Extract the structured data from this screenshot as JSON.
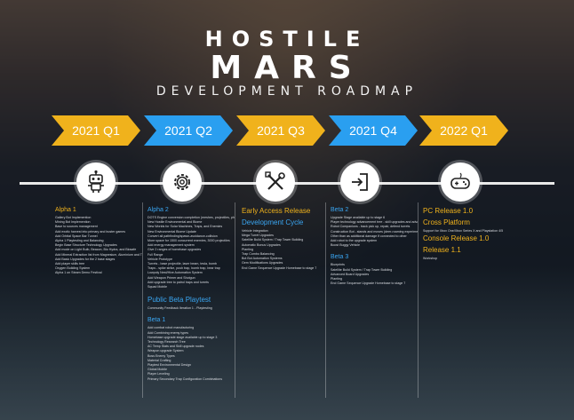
{
  "title": {
    "line1": "HOSTILE",
    "line2": "MARS",
    "line3": "DEVELOPMENT ROADMAP"
  },
  "quarters": [
    {
      "label": "2021 Q1",
      "color": "#f0b21c",
      "icon": "robot-icon"
    },
    {
      "label": "2021 Q2",
      "color": "#2a9ff0",
      "icon": "gear-icon"
    },
    {
      "label": "2021 Q3",
      "color": "#f0b21c",
      "icon": "tools-icon"
    },
    {
      "label": "2021 Q4",
      "color": "#2a9ff0",
      "icon": "login-icon"
    },
    {
      "label": "2022 Q1",
      "color": "#f0b21c",
      "icon": "gamepad-icon"
    }
  ],
  "columns": {
    "q1": {
      "alpha1": {
        "heading": "Alpha 1",
        "items": [
          "Gallery Bot Implemention",
          "Mining Bot Implemention",
          "Base to sources management",
          "Add exotic harvest into primary and buster games",
          "Add Orbital Space Bar Tunnel",
          "Alpha 1 Playtesting and Balancing",
          "Begin Base Structure Technology Upgrades",
          "Add mode on Light Bulb, Beacon, Bio Hydra, and Biosafe",
          "Add Mineral Extraction list from Magnesium, Aluminium and Titanium",
          "Add Basic Upgrades for the 2 base stages",
          "Add player skills tree",
          "Oxygen Building System",
          "Alpha 1 on Steam Demo Festival"
        ]
      }
    },
    "q2": {
      "alpha2": {
        "heading": "Alpha 2",
        "items": [
          "DOTS Engine conversion completion (meshes, projectiles, physics, animation) full test phases",
          "New Hostile Environmental and Biome",
          "New Worlds for Solar Machines, Traps, and Enemies",
          "New Environmental Biome Update",
          "Convert all pathfinding/spawn-avoidance-collision",
          "More space for 1500 concurrent enemies, 3000 projectiles",
          "Add energy management system",
          "Give 2 ranges of homebase upgrades",
          "Full Range",
          "Vehicle Prototype",
          "Turrets - base projectile, laser beam, tesla, bomb",
          "Traps - spike strike, push trap, bomb trap, bear trap",
          "Lowpoly Nest/Hive Automation System",
          "Add Weapon Primer and Shotgun",
          "Add upgrade tree to patrol traps and turrets",
          "Squad Mobile"
        ]
      },
      "publicBeta": {
        "heading": "Public Beta Playtest",
        "items": [
          "Community Feedback Iteration 1 - Playtesting"
        ]
      },
      "beta1": {
        "heading": "Beta 1",
        "items": [
          "Add combat robot manufacturing",
          "Add Combining enemy types",
          "Homebase upgrade stage available up to stage 3",
          "Technology Research Tree",
          "AC Temp Stats and Skill upgrade nodes",
          "Weapon upgrade System",
          "Boss Enemy Types",
          "Material Crafting",
          "Playtest Environmental Design",
          "Global Mobile",
          "Player Leveling",
          "Primary Secondary Trap Configuration Combinations"
        ]
      }
    },
    "q3": {
      "early": {
        "heading": "Early Access Release",
        "subheading": "Development Cycle",
        "items": [
          "Vehicle Integration",
          "Mega Turret Upgrades",
          "Satellite Build System / Trap Tower Building",
          "Automatic Bonus Upgrades",
          "Planting",
          "Trap Combo Balancing",
          "Bot Bot Automation Systems",
          "Gem Modifications Upgrades",
          "End Game Sequence Upgrade Homebase to stage 7"
        ]
      }
    },
    "q4": {
      "beta2": {
        "heading": "Beta 2",
        "items": [
          "Upgrade Stage available up to stage 6",
          "Player technology advancement tree - skill upgrades and advantage",
          "Robot Companions - track pick up, repair, defend turrets",
          "Construction Bot - stands and moves (deer-roaming experiments)",
          "Other than as additional damage if connected to other",
          "Add robot to the upgrade system",
          "Boost Buggy Vehicle"
        ]
      },
      "beta3": {
        "heading": "Beta 3",
        "items": [
          "Blueprints",
          "Satellite Build System / Trap Tower Building",
          "Advanced Board Upgrades",
          "Planting",
          "End Game Sequence Upgrade Homebase to stage 7"
        ]
      }
    },
    "q5": {
      "pc": {
        "heading": "PC Release 1.0"
      },
      "cross": {
        "heading": "Cross Platform",
        "items": [
          "Support for Xbox One/Xbox Series X and Playstation 4/5"
        ]
      },
      "console": {
        "heading": "Console Release 1.0"
      },
      "release11": {
        "heading": "Release 1.1",
        "items": [
          "Workshop"
        ]
      }
    }
  }
}
